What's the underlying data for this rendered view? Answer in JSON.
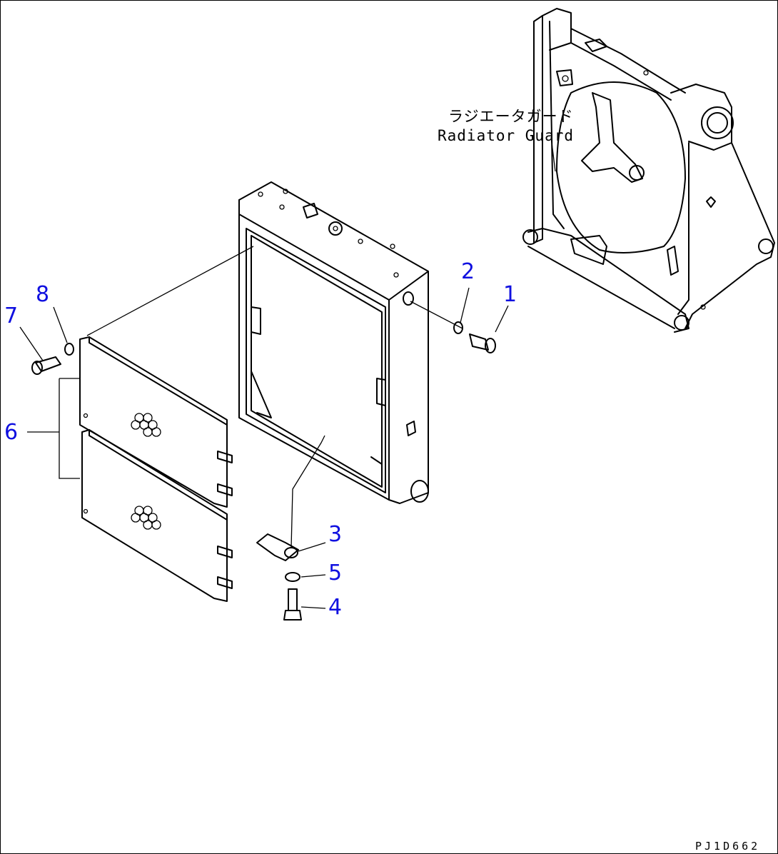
{
  "drawing": {
    "label_jp": "ラジエータガード",
    "label_en": "Radiator Guard",
    "code": "PJ1D662"
  },
  "callouts": [
    {
      "id": "1",
      "text": "1"
    },
    {
      "id": "2",
      "text": "2"
    },
    {
      "id": "3",
      "text": "3"
    },
    {
      "id": "4",
      "text": "4"
    },
    {
      "id": "5",
      "text": "5"
    },
    {
      "id": "6",
      "text": "6"
    },
    {
      "id": "7",
      "text": "7"
    },
    {
      "id": "8",
      "text": "8"
    }
  ]
}
